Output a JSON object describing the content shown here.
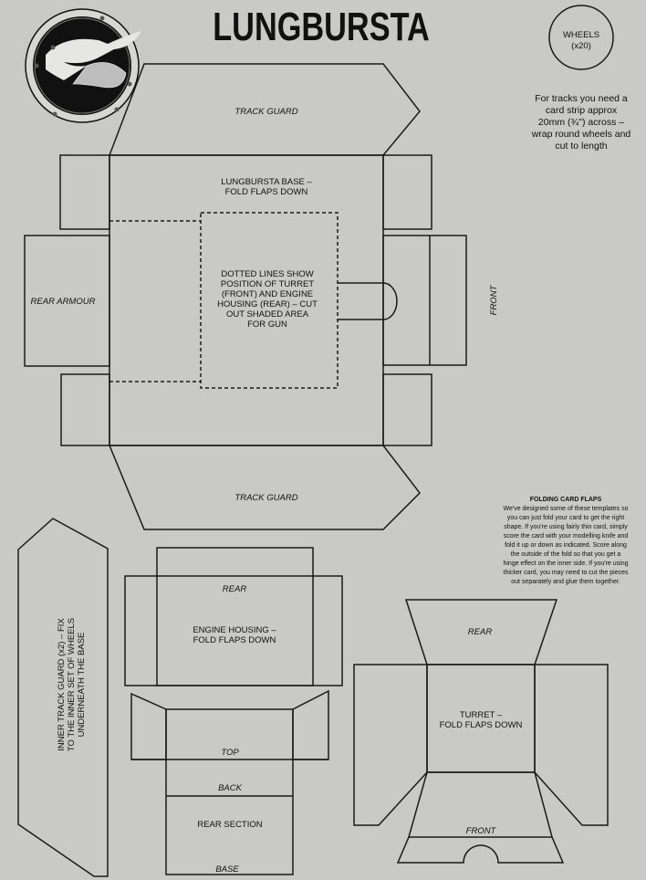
{
  "title": "LUNGBURSTA",
  "logo": {
    "icon": "dragon-porthole-logo"
  },
  "wheels": {
    "label": "WHEELS",
    "count": "(x20)"
  },
  "tracks_note": [
    "For tracks you need a",
    "card strip approx",
    "20mm (¾\") across –",
    "wrap round wheels and",
    "cut to length"
  ],
  "base": {
    "top_track_guard": "TRACK GUARD",
    "bottom_track_guard": "TRACK GUARD",
    "title": [
      "LUNGBURSTA BASE –",
      "FOLD FLAPS DOWN"
    ],
    "rear_armour": "REAR ARMOUR",
    "front": "FRONT",
    "dotted_note": [
      "DOTTED LINES SHOW",
      "POSITION OF TURRET",
      "(FRONT) AND ENGINE",
      "HOUSING (REAR) – CUT",
      "OUT SHADED AREA",
      "FOR GUN"
    ]
  },
  "folding": {
    "heading": "FOLDING CARD FLAPS",
    "lines": [
      "We've designed some of these templates so",
      "you can just fold your card to get the right",
      "shape. If you're using fairly thin card, simply",
      "score the card with your modelling knife and",
      "fold it up or down as indicated. Score along",
      "the outside of the fold so that you get a",
      "hinge effect on the inner side. If you're using",
      "thicker card, you may need to cut the pieces",
      "out separately and glue them together."
    ]
  },
  "inner_track_guard": [
    "INNER TRACK GUARD (x2) – FIX",
    "TO THE INNER SET OF WHEELS",
    "UNDERNEATH THE BASE"
  ],
  "engine_housing": {
    "rear": "REAR",
    "title": [
      "ENGINE HOUSING –",
      "FOLD FLAPS DOWN"
    ]
  },
  "rear_section": {
    "top": "TOP",
    "back": "BACK",
    "title": "REAR SECTION",
    "base": "BASE"
  },
  "turret": {
    "rear": "REAR",
    "title": [
      "TURRET –",
      "FOLD FLAPS DOWN"
    ],
    "front": "FRONT"
  }
}
